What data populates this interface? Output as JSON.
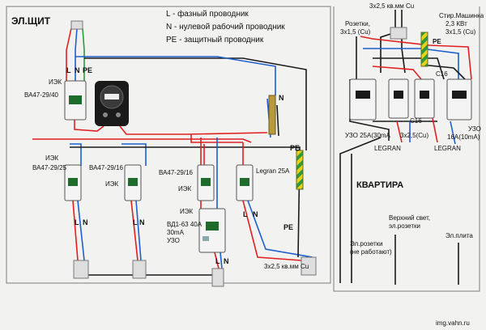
{
  "legend": {
    "l": "L - фазный проводник",
    "n": "N - нулевой рабочий проводник",
    "pe": "PE - защитный проводник"
  },
  "panel": {
    "title": "ЭЛ.ЩИТ",
    "main_breaker_brand": "ИЭК",
    "main_breaker_model": "ВА47-29/40",
    "br1_brand": "ИЭК",
    "br1_model": "ВА47-29/25",
    "br2_brand": "ИЭК",
    "br2_model": "ВА47-29/16",
    "br3_model": "ВА47-29/16",
    "br3_brand": "ИЭК",
    "br4_model": "Legran 25A",
    "rcd_brand": "ИЭК",
    "rcd_model_1": "ВД1-63 40А",
    "rcd_model_2": "30mA",
    "rcd_model_3": "УЗО",
    "cable_bottom": "3x2,5 кв.мм Cu"
  },
  "wires": {
    "L": "L",
    "N": "N",
    "PE": "PE"
  },
  "apartment": {
    "title": "КВАРТИРА",
    "cable_top": "3x2,5 кв.мм Cu",
    "sockets_1": "Розетки,",
    "sockets_2": "3x1,5 (Cu)",
    "washer_1": "Стир.Машинка",
    "washer_2": "2,3 КВт",
    "washer_3": "3x1,5 (Cu)",
    "c16_a": "C16",
    "c16_b": "C16",
    "uzo_left": "УЗО 25А(30mA",
    "cable_mid": "3x2,5(Cu)",
    "uzo_right_1": "УЗО",
    "uzo_right_2": "16А(10mA)",
    "brand_left": "LEGRAN",
    "brand_right": "LEGRAN",
    "light_1": "Верхний свет,",
    "light_2": "эл.розетки",
    "el_sockets_1": "Эл.розетки",
    "el_sockets_2": "(не работают)",
    "stove": "Эл.плита"
  },
  "watermark": "img.vahn.ru",
  "colors": {
    "phase": "#e02020",
    "neutral": "#1d5fd0",
    "earth_yellow": "#e8d21a",
    "earth_green": "#2e9a3a",
    "wire_black": "#1a1a1a"
  }
}
